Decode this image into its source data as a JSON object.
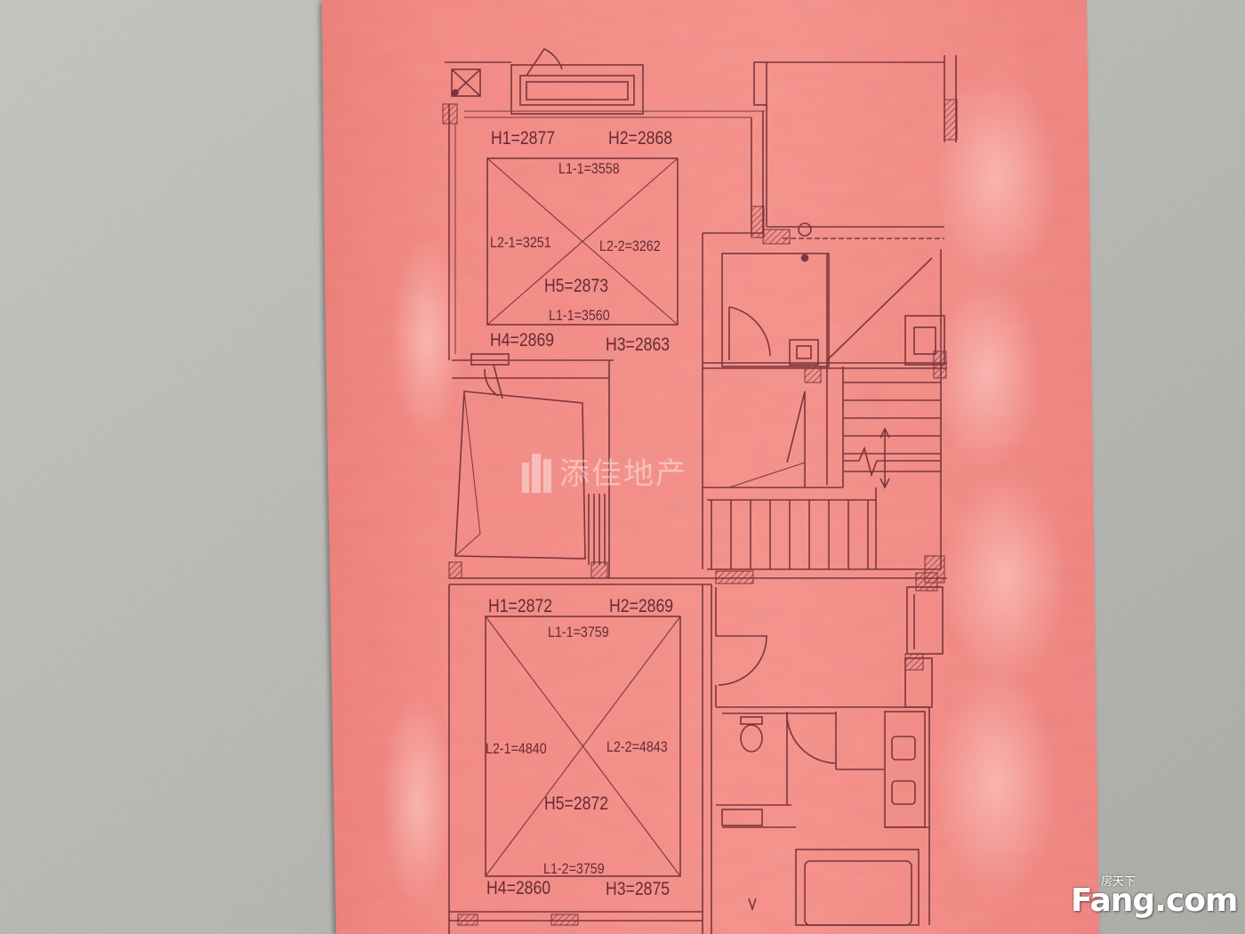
{
  "plan": {
    "upper_room": {
      "h1": "H1=2877",
      "h2": "H2=2868",
      "l1_top": "L1-1=3558",
      "l2_left": "L2-1=3251",
      "l2_right": "L2-2=3262",
      "h5": "H5=2873",
      "l1_bottom": "L1-1=3560",
      "h4": "H4=2869",
      "h3": "H3=2863"
    },
    "lower_room": {
      "h1": "H1=2872",
      "h2": "H2=2869",
      "l1_top": "L1-1=3759",
      "l2_left": "L2-1=4840",
      "l2_right": "L2-2=4843",
      "h5": "H5=2872",
      "l1_bottom": "L1-2=3759",
      "h4": "H4=2860",
      "h3": "H3=2875"
    }
  },
  "watermark": {
    "text": "添佳地产"
  },
  "logo": {
    "cn": "房天下",
    "en": "Fang.com"
  },
  "colors": {
    "wall": "#b8b8b4",
    "paper": "#f48a84",
    "ink": "#6b2a34",
    "watermark": "#ffffff"
  }
}
